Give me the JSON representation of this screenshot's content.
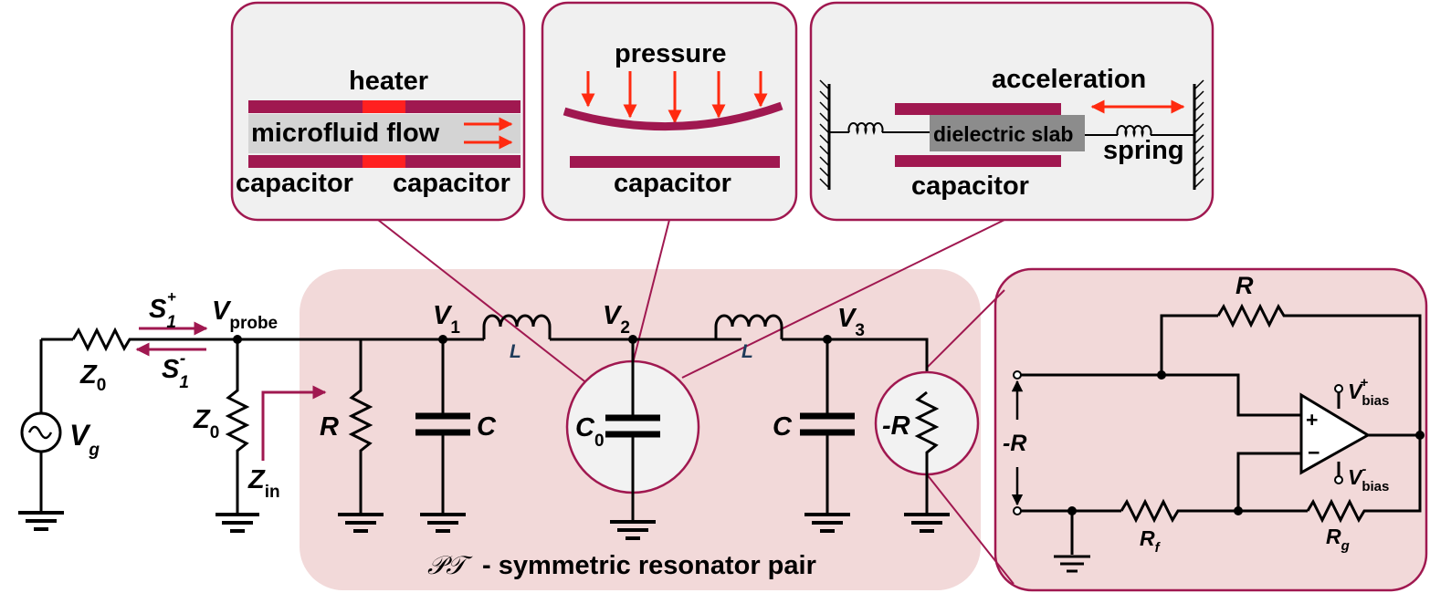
{
  "colors": {
    "maroon": "#a01850",
    "pink_bg": "#f2d9d9",
    "panel_bg": "#f0f0f0",
    "red_arrow": "#ff2a10",
    "heater_red": "#ff2020",
    "slab_gray": "#8c8c8c",
    "inductor_label": "#1f3b5a"
  },
  "panels": {
    "flow": {
      "heater": "heater",
      "flow": "microfluid flow",
      "cap_left": "capacitor",
      "cap_right": "capacitor"
    },
    "pressure": {
      "pressure": "pressure",
      "capacitor": "capacitor"
    },
    "accel": {
      "acceleration": "acceleration",
      "slab": "dielectric slab",
      "spring": "spring",
      "capacitor": "capacitor"
    }
  },
  "circuit": {
    "s1_plus": "S",
    "s1_plus_sub": "1",
    "s1_plus_sup": "+",
    "s1_minus": "S",
    "s1_minus_sub": "1",
    "s1_minus_sup": "-",
    "vprobe": "V",
    "vprobe_sub": "probe",
    "z0_series": "Z",
    "z0_series_sub": "0",
    "z0_shunt": "Z",
    "z0_shunt_sub": "0",
    "vg": "V",
    "vg_sub": "g",
    "zin": "Z",
    "zin_sub": "in",
    "v1": "V",
    "v1_sub": "1",
    "v2": "V",
    "v2_sub": "2",
    "v3": "V",
    "v3_sub": "3",
    "l_left": "L",
    "l_right": "L",
    "r_left": "R",
    "c_left": "C",
    "c0": "C",
    "c0_sub": "0",
    "c_right": "C",
    "neg_r": "-R",
    "caption_script": "𝒫𝒯",
    "caption_text": "- symmetric resonator pair"
  },
  "opamp": {
    "r_top": "R",
    "neg_r": "-R",
    "plus": "+",
    "minus": "−",
    "vbias_pos": "V",
    "vbias_pos_sub": "bias",
    "vbias_pos_sup": "+",
    "vbias_neg": "V",
    "vbias_neg_sub": "bias",
    "vbias_neg_sup": "-",
    "rf": "R",
    "rf_sub": "f",
    "rg": "R",
    "rg_sub": "g"
  }
}
